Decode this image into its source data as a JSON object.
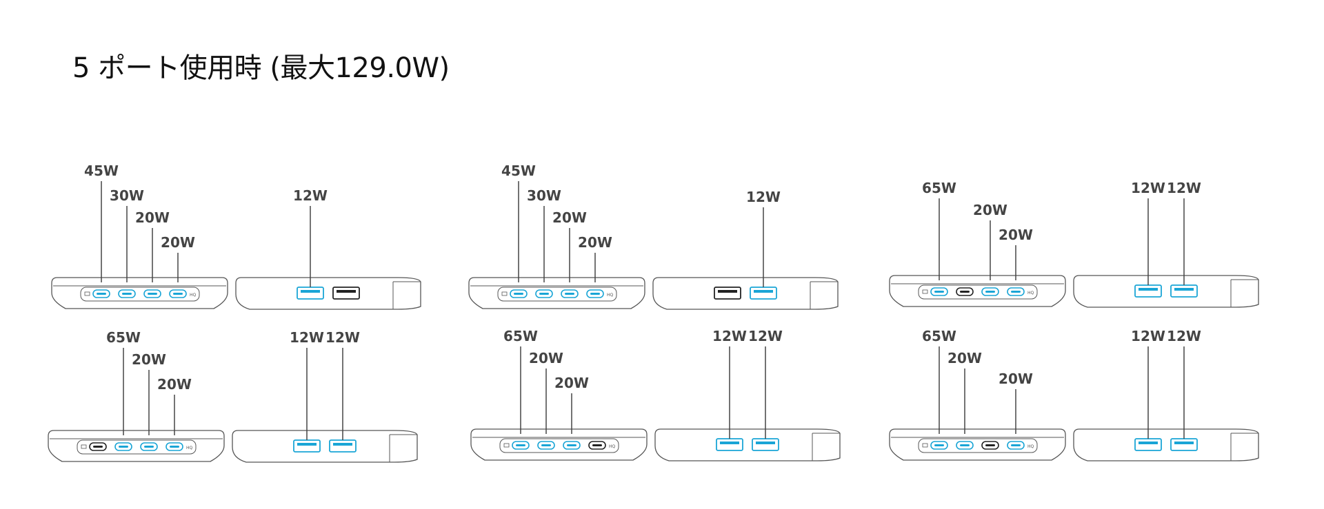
{
  "title": "5 ポート使用時 (最大129.0W)",
  "colors": {
    "active": "#19a5d6",
    "inactive": "#222222",
    "outline": "#555555",
    "label": "#444444"
  },
  "front_panel_mark": "HQ",
  "configs": [
    {
      "usb_c": [
        "45W",
        "30W",
        "20W",
        "20W"
      ],
      "usb_a": [
        "12W",
        ""
      ]
    },
    {
      "usb_c": [
        "45W",
        "30W",
        "20W",
        "20W"
      ],
      "usb_a": [
        "",
        "12W"
      ]
    },
    {
      "usb_c": [
        "65W",
        "",
        "20W",
        "20W"
      ],
      "usb_a": [
        "12W",
        "12W"
      ]
    },
    {
      "usb_c": [
        "",
        "65W",
        "20W",
        "20W"
      ],
      "usb_a": [
        "12W",
        "12W"
      ]
    },
    {
      "usb_c": [
        "65W",
        "20W",
        "20W",
        ""
      ],
      "usb_a": [
        "12W",
        "12W"
      ]
    },
    {
      "usb_c": [
        "65W",
        "20W",
        "",
        "20W"
      ],
      "usb_a": [
        "12W",
        "12W"
      ]
    }
  ]
}
